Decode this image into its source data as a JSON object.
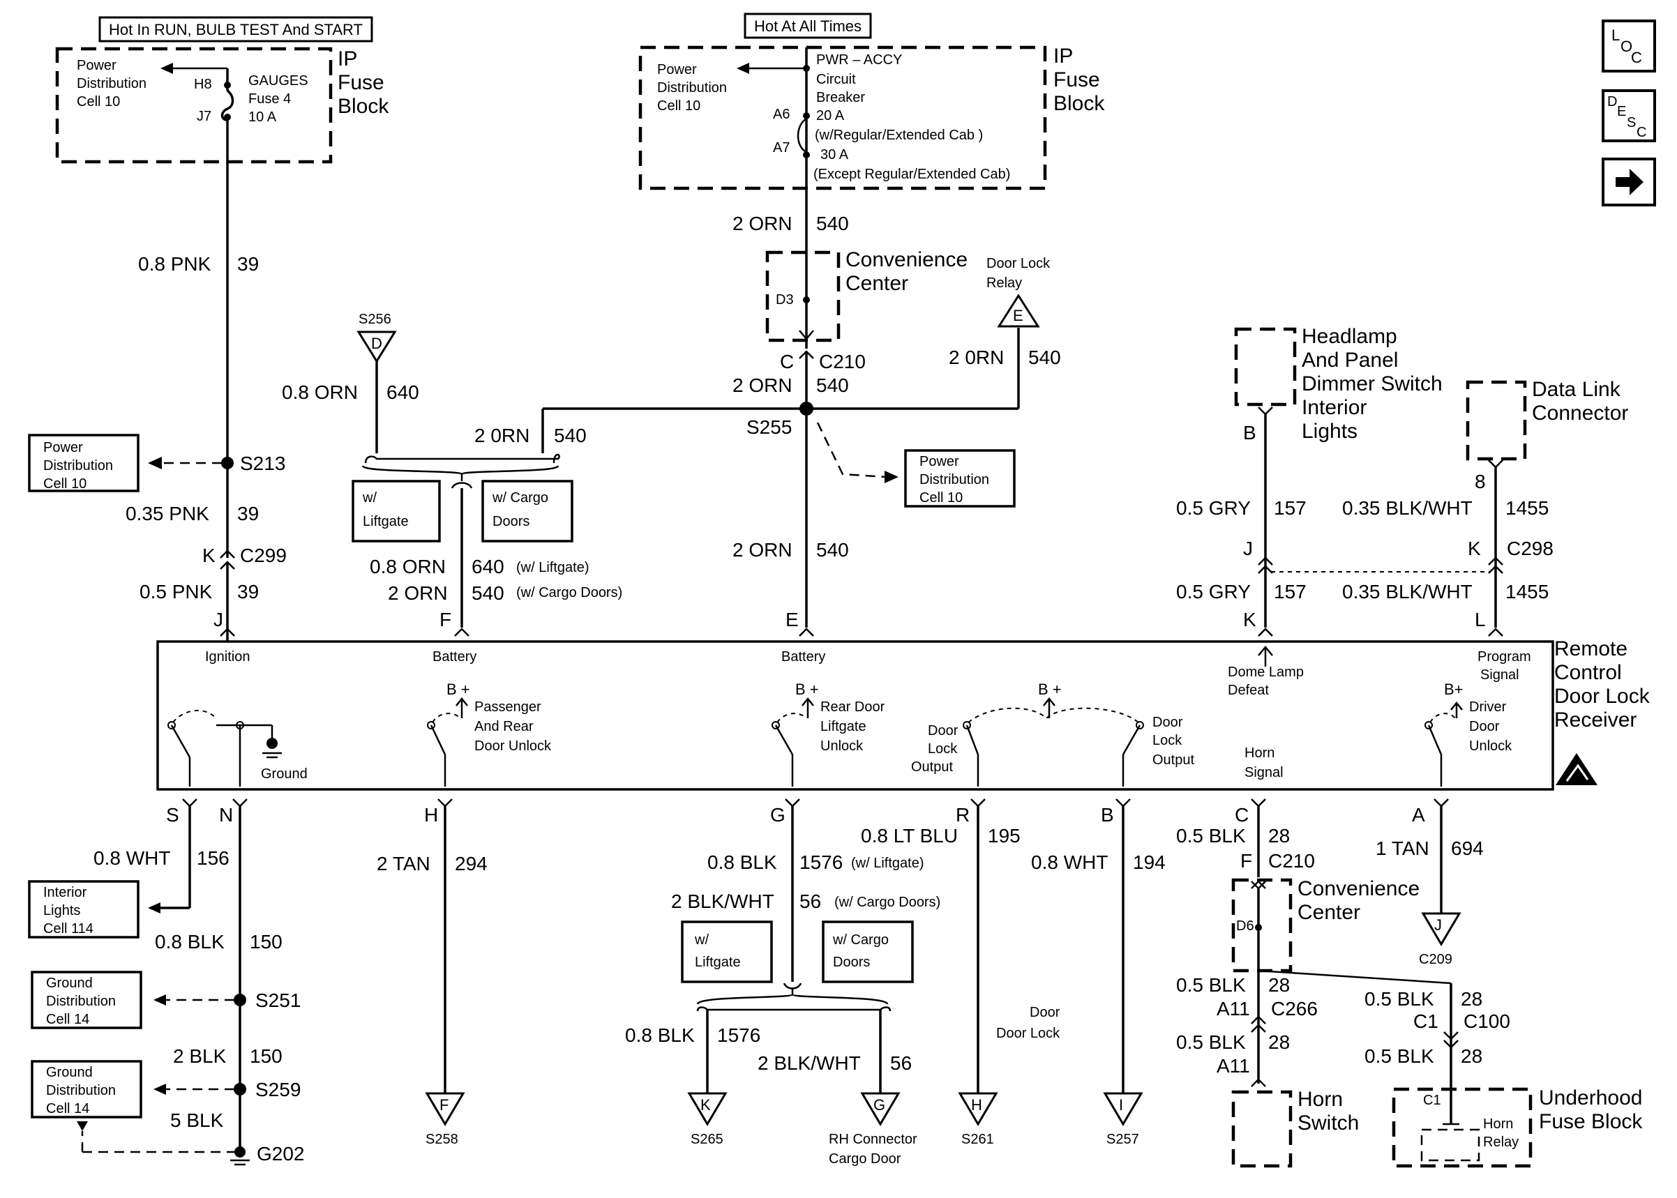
{
  "hot_labels": {
    "left": "Hot In RUN, BULB TEST And START",
    "center": "Hot At All Times"
  },
  "nav_icons": {
    "loc": "LOC",
    "desc": "DESC",
    "next": "arrow-right-icon"
  },
  "fuse_block_left": {
    "title_l1": "IP",
    "title_l2": "Fuse",
    "title_l3": "Block",
    "pd_l1": "Power",
    "pd_l2": "Distribution",
    "pd_l3": "Cell 10",
    "pin_top": "H8",
    "pin_bot": "J7",
    "fuse_l1": "GAUGES",
    "fuse_l2": "Fuse 4",
    "fuse_l3": "10 A"
  },
  "fuse_block_center": {
    "title_l1": "IP",
    "title_l2": "Fuse",
    "title_l3": "Block",
    "pd_l1": "Power",
    "pd_l2": "Distribution",
    "pd_l3": "Cell 10",
    "pin_a6": "A6",
    "pin_a7": "A7",
    "cb_l1": "PWR – ACCY",
    "cb_l2": "Circuit",
    "cb_l3": "Breaker",
    "cb_l4": "20 A",
    "cb_l5": "(w/Regular/Extended Cab )",
    "cb_l6": "30 A",
    "cb_l7": "(Except Regular/Extended Cab)"
  },
  "conv_center_top": {
    "l1": "Convenience",
    "l2": "Center",
    "pin": "D3"
  },
  "door_lock_relay": {
    "l1": "Door Lock",
    "l2": "Relay",
    "letter": "E"
  },
  "s256": {
    "name": "S256",
    "letter": "D"
  },
  "headlamp_switch": {
    "l1": "Headlamp",
    "l2": "And Panel",
    "l3": "Dimmer Switch",
    "l4": "Interior",
    "l5": "Lights"
  },
  "data_link": {
    "l1": "Data Link",
    "l2": "Connector"
  },
  "wire_labels": {
    "pnk08": "0.8 PNK",
    "n39a": "39",
    "pnk035": "0.35 PNK",
    "n39b": "39",
    "pnk05": "0.5 PNK",
    "n39c": "39",
    "s213": "S213",
    "k": "K",
    "c299": "C299",
    "j": "J",
    "orn2a": "2 ORN",
    "n540a": "540",
    "c": "C",
    "c210": "C210",
    "orn2b": "2 ORN",
    "n540b": "540",
    "s255": "S255",
    "orn2c": "2 0RN",
    "n540c": "540",
    "orn2d": "2 0RN",
    "n540d": "540",
    "orn08a": "0.8 ORN",
    "n640a": "640",
    "orn08b": "0.8 ORN",
    "n640b": "640",
    "wl": "(w/ Liftgate)",
    "orn2e": "2 ORN",
    "n540e": "540",
    "wcd": "(w/ Cargo Doors)",
    "f": "F",
    "orn2f": "2 ORN",
    "n540f": "540",
    "e": "E",
    "b": "B",
    "gry05a": "0.5 GRY",
    "n157a": "157",
    "j2": "J",
    "gry05b": "0.5 GRY",
    "n157b": "157",
    "k2": "K",
    "n8": "8",
    "bw035a": "0.35 BLK/WHT",
    "n1455a": "1455",
    "k3": "K",
    "c298": "C298",
    "bw035b": "0.35 BLK/WHT",
    "n1455b": "1455",
    "l": "L"
  },
  "pd_left": {
    "l1": "Power",
    "l2": "Distribution",
    "l3": "Cell 10"
  },
  "pd_center": {
    "l1": "Power",
    "l2": "Distribution",
    "l3": "Cell 10"
  },
  "opt_boxes": {
    "liftgate_l1": "w/",
    "liftgate_l2": "Liftgate",
    "cargo_l1": "w/ Cargo",
    "cargo_l2": "Doors"
  },
  "rcdlr": {
    "title_l1": "Remote",
    "title_l2": "Control",
    "title_l3": "Door Lock",
    "title_l4": "Receiver",
    "ignition": "Ignition",
    "battery1": "Battery",
    "battery2": "Battery",
    "dome_l1": "Dome Lamp",
    "dome_l2": "Defeat",
    "prog_l1": "Program",
    "prog_l2": "Signal",
    "ground": "Ground",
    "bplus": "B +",
    "bplus2": "B+",
    "bplus3": "B +",
    "bplus4": "B +",
    "prdu_l1": "Passenger",
    "prdu_l2": "And Rear",
    "prdu_l3": "Door Unlock",
    "rdlu_l1": "Rear Door",
    "rdlu_l2": "Liftgate",
    "rdlu_l3": "Unlock",
    "dlo1_l1": "Door",
    "dlo1_l2": "Lock",
    "dlo1_l3": "Output",
    "dlo2_l1": "Door",
    "dlo2_l2": "Lock",
    "dlo2_l3": "Output",
    "horn_l1": "Horn",
    "horn_l2": "Signal",
    "ddu_l1": "Driver",
    "ddu_l2": "Door",
    "ddu_l3": "Unlock"
  },
  "bottom": {
    "s": "S",
    "n": "N",
    "h": "H",
    "g": "G",
    "r": "R",
    "b": "B",
    "c": "C",
    "a": "A",
    "wht08a": "0.8 WHT",
    "n156": "156",
    "blk08a": "0.8 BLK",
    "n150a": "150",
    "s251": "S251",
    "blk2a": "2 BLK",
    "n150b": "150",
    "s259": "S259",
    "blk5": "5 BLK",
    "g202": "G202",
    "tan2": "2 TAN",
    "n294": "294",
    "blk08b": "0.8 BLK",
    "n1576a": "1576",
    "wl": "(w/ Liftgate)",
    "bw2a": "2 BLK/WHT",
    "n56a": "56",
    "wcd": "(w/ Cargo Doors)",
    "blk08c": "0.8 BLK",
    "n1576b": "1576",
    "bw2b": "2 BLK/WHT",
    "n56b": "56",
    "ltblu08": "0.8 LT BLU",
    "n195": "195",
    "wht08b": "0.8 WHT",
    "n194": "194",
    "door": "Door",
    "doorlock": "Door Lock",
    "blk05a": "0.5 BLK",
    "n28a": "28",
    "f": "F",
    "c210": "C210",
    "blk05b": "0.5 BLK",
    "n28b": "28",
    "a11a": "A11",
    "c266": "C266",
    "blk05c": "0.5 BLK",
    "n28c": "28",
    "c1": "C1",
    "c100": "C100",
    "blk05d": "0.5 BLK",
    "n28d": "28",
    "a11b": "A11",
    "blk05e": "0.5 BLK",
    "n28e": "28",
    "tan1": "1 TAN",
    "n694": "694",
    "s258": "S258",
    "s265": "S265",
    "s261": "S261",
    "s257": "S257",
    "c209": "C209",
    "ff": "F",
    "kk": "K",
    "gg": "G",
    "hh": "H",
    "ii": "I",
    "jj": "J",
    "rh_l1": "RH Connector",
    "rh_l2": "Cargo Door",
    "conv_l1": "Convenience",
    "conv_l2": "Center",
    "d6": "D6",
    "horn_l1": "Horn",
    "horn_l2": "Switch",
    "uh_l1": "Underhood",
    "uh_l2": "Fuse Block",
    "hr_l1": "Horn",
    "hr_l2": "Relay",
    "c1b": "C1"
  },
  "interior_lights": {
    "l1": "Interior",
    "l2": "Lights",
    "l3": "Cell 114"
  },
  "gd1": {
    "l1": "Ground",
    "l2": "Distribution",
    "l3": "Cell 14"
  },
  "gd2": {
    "l1": "Ground",
    "l2": "Distribution",
    "l3": "Cell 14"
  }
}
